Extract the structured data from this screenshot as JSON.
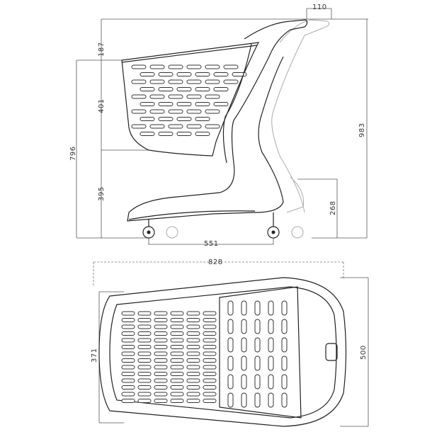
{
  "side_view": {
    "handle_depth": "110",
    "handle_above_basket": "187",
    "basket_height": "401",
    "top_of_basket_height": "796",
    "basket_floor_height": "395",
    "overall_height": "983",
    "nesting_step_height": "268",
    "wheelbase": "551"
  },
  "top_view": {
    "overall_length": "828",
    "basket_width": "371",
    "overall_width": "500"
  }
}
